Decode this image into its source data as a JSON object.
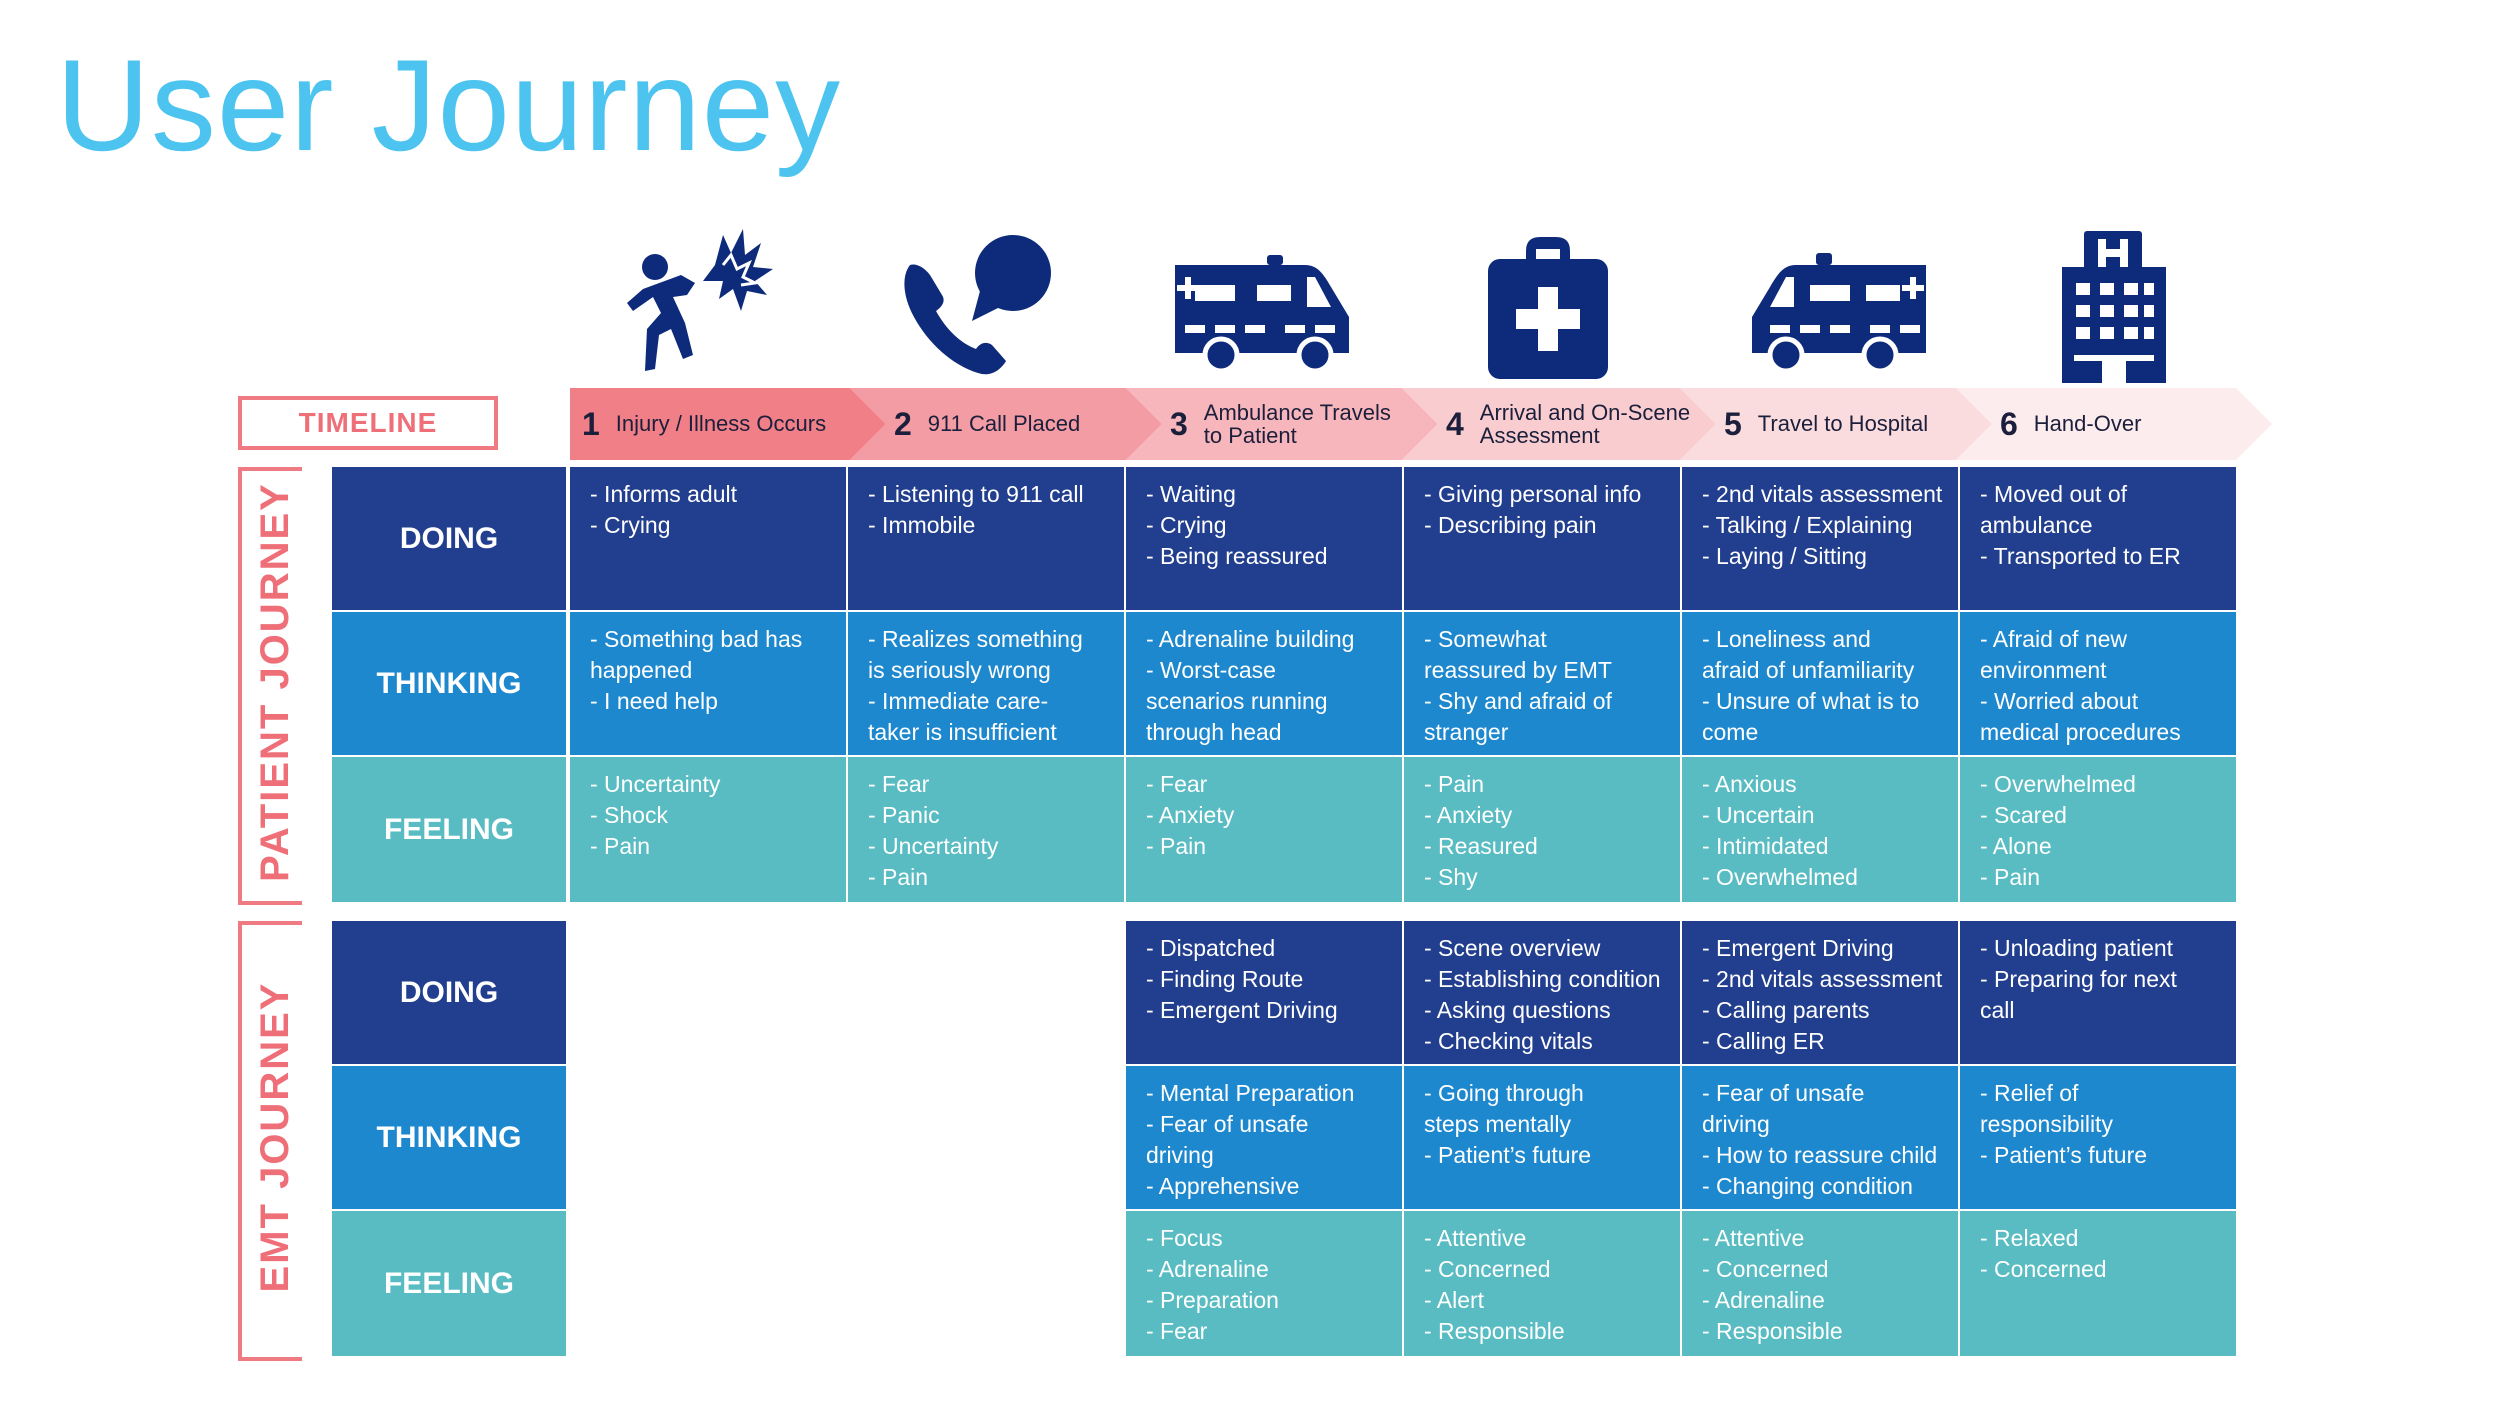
{
  "title": "User Journey",
  "timeline_label": "TIMELINE",
  "colors": {
    "title": "#4cc4ef",
    "accent": "#ef6f79",
    "icon": "#0e2a7a",
    "doing": "#223e8e",
    "thinking": "#1e88cf",
    "feeling": "#58bcc2"
  },
  "icons": [
    "injury-icon",
    "phone-call-icon",
    "ambulance-icon",
    "first-aid-kit-icon",
    "ambulance-icon",
    "hospital-icon"
  ],
  "steps": [
    {
      "num": "1",
      "label": "Injury / Illness Occurs",
      "color": "#f07f87"
    },
    {
      "num": "2",
      "label": "911 Call Placed",
      "color": "#f49ca3"
    },
    {
      "num": "3",
      "label": "Ambulance Travels\nto Patient",
      "color": "#f7b6bb"
    },
    {
      "num": "4",
      "label": "Arrival and On-Scene\nAssessment",
      "color": "#f9cdd0"
    },
    {
      "num": "5",
      "label": "Travel to Hospital",
      "color": "#fbdcde"
    },
    {
      "num": "6",
      "label": "Hand-Over",
      "color": "#fdeced"
    }
  ],
  "patient_journey": {
    "label": "PATIENT JOURNEY",
    "rows": [
      {
        "header": "DOING",
        "cells": [
          "- Informs adult\n- Crying",
          "- Listening to 911 call\n- Immobile",
          "- Waiting\n- Crying\n- Being reassured",
          "- Giving personal info\n- Describing pain",
          "- 2nd vitals assessment\n- Talking / Explaining\n- Laying / Sitting",
          "- Moved out of\n  ambulance\n- Transported to ER"
        ]
      },
      {
        "header": "THINKING",
        "cells": [
          "- Something bad has\nhappened\n- I need help",
          "- Realizes something\nis seriously wrong\n- Immediate care-\ntaker is insufficient",
          "- Adrenaline building\n- Worst-case\nscenarios running\nthrough head",
          "- Somewhat\nreassured by EMT\n- Shy and afraid of\nstranger",
          "- Loneliness and\nafraid of unfamiliarity\n- Unsure of what is to\ncome",
          "- Afraid of new\nenvironment\n- Worried about\nmedical procedures"
        ]
      },
      {
        "header": "FEELING",
        "cells": [
          "- Uncertainty\n- Shock\n- Pain",
          "- Fear\n- Panic\n- Uncertainty\n- Pain",
          "- Fear\n- Anxiety\n- Pain",
          "- Pain\n- Anxiety\n- Reasured\n- Shy",
          "- Anxious\n- Uncertain\n- Intimidated\n- Overwhelmed",
          "- Overwhelmed\n- Scared\n- Alone\n- Pain"
        ]
      }
    ]
  },
  "emt_journey": {
    "label": "EMT JOURNEY",
    "rows": [
      {
        "header": "DOING",
        "cells": [
          "- Dispatched\n- Finding Route\n- Emergent Driving",
          "- Scene overview\n- Establishing condition\n- Asking questions\n- Checking vitals",
          "- Emergent Driving\n- 2nd vitals assessment\n- Calling parents\n- Calling ER",
          "- Unloading patient\n- Preparing for next\n  call"
        ]
      },
      {
        "header": "THINKING",
        "cells": [
          "- Mental Preparation\n- Fear of unsafe\n  driving\n- Apprehensive",
          "- Going through\nsteps mentally\n- Patient’s future",
          "- Fear of unsafe\n  driving\n- How to reassure child\n- Changing condition",
          "- Relief of\nresponsibility\n- Patient’s future"
        ]
      },
      {
        "header": "FEELING",
        "cells": [
          "- Focus\n- Adrenaline\n- Preparation\n- Fear",
          "- Attentive\n- Concerned\n- Alert\n- Responsible",
          "- Attentive\n- Concerned\n- Adrenaline\n- Responsible",
          "- Relaxed\n- Concerned"
        ]
      }
    ]
  }
}
